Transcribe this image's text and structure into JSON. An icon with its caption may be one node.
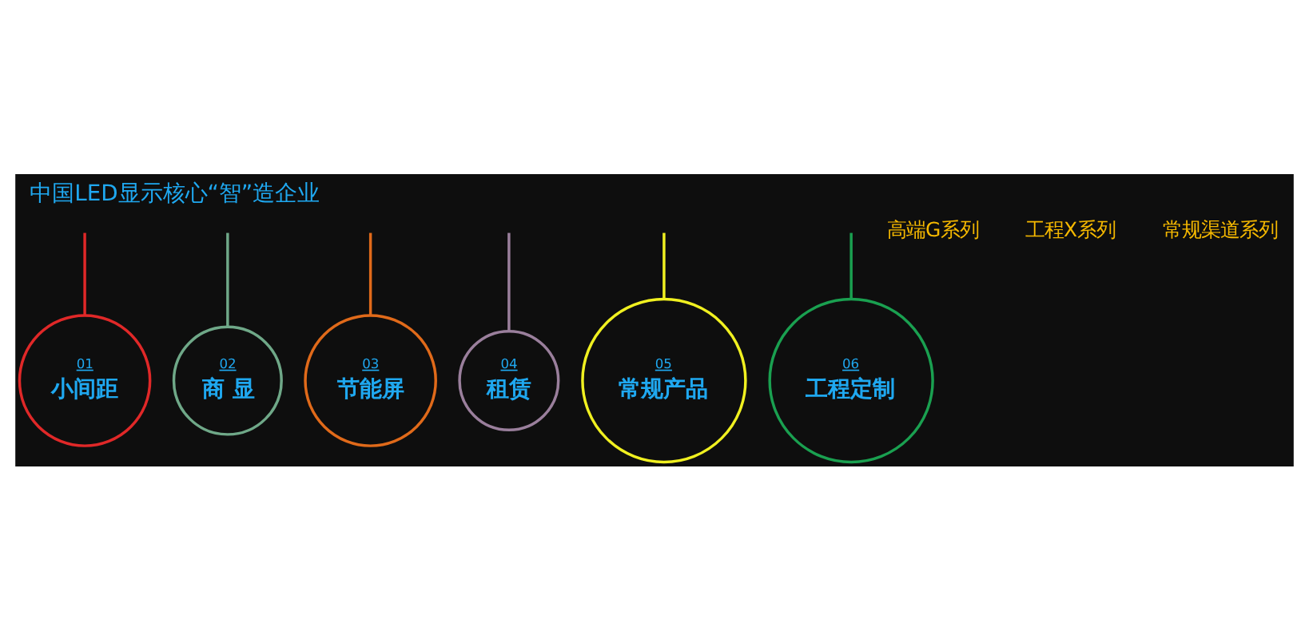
{
  "diagram": {
    "title": "中国LED显示核心“智”造企业",
    "nodes": [
      {
        "text": [
          "01",
          "小间距"
        ]
      },
      {
        "text": [
          "02",
          "商 显"
        ]
      },
      {
        "text": [
          "03",
          "节能屏"
        ]
      },
      {
        "text": [
          "04",
          "租赁"
        ]
      },
      {
        "text": [
          "05",
          "常规产品"
        ]
      },
      {
        "text": [
          "06",
          "工程定制"
        ]
      }
    ],
    "edges": [
      {
        "from": null,
        "to": 0,
        "arrow": "none",
        "color": "#e02828"
      },
      {
        "from": null,
        "to": 1,
        "arrow": "none",
        "color": "#6fa888"
      },
      {
        "from": null,
        "to": 2,
        "arrow": "none",
        "color": "#e06a1a"
      },
      {
        "from": null,
        "to": 3,
        "arrow": "none",
        "color": "#9a7f9c"
      },
      {
        "from": null,
        "to": 4,
        "arrow": "none",
        "color": "#f0f020"
      },
      {
        "from": null,
        "to": 5,
        "arrow": "none",
        "color": "#1aa050"
      }
    ],
    "labels": [
      "高端G系列",
      "工程X系列",
      "常规渠道系列"
    ]
  }
}
